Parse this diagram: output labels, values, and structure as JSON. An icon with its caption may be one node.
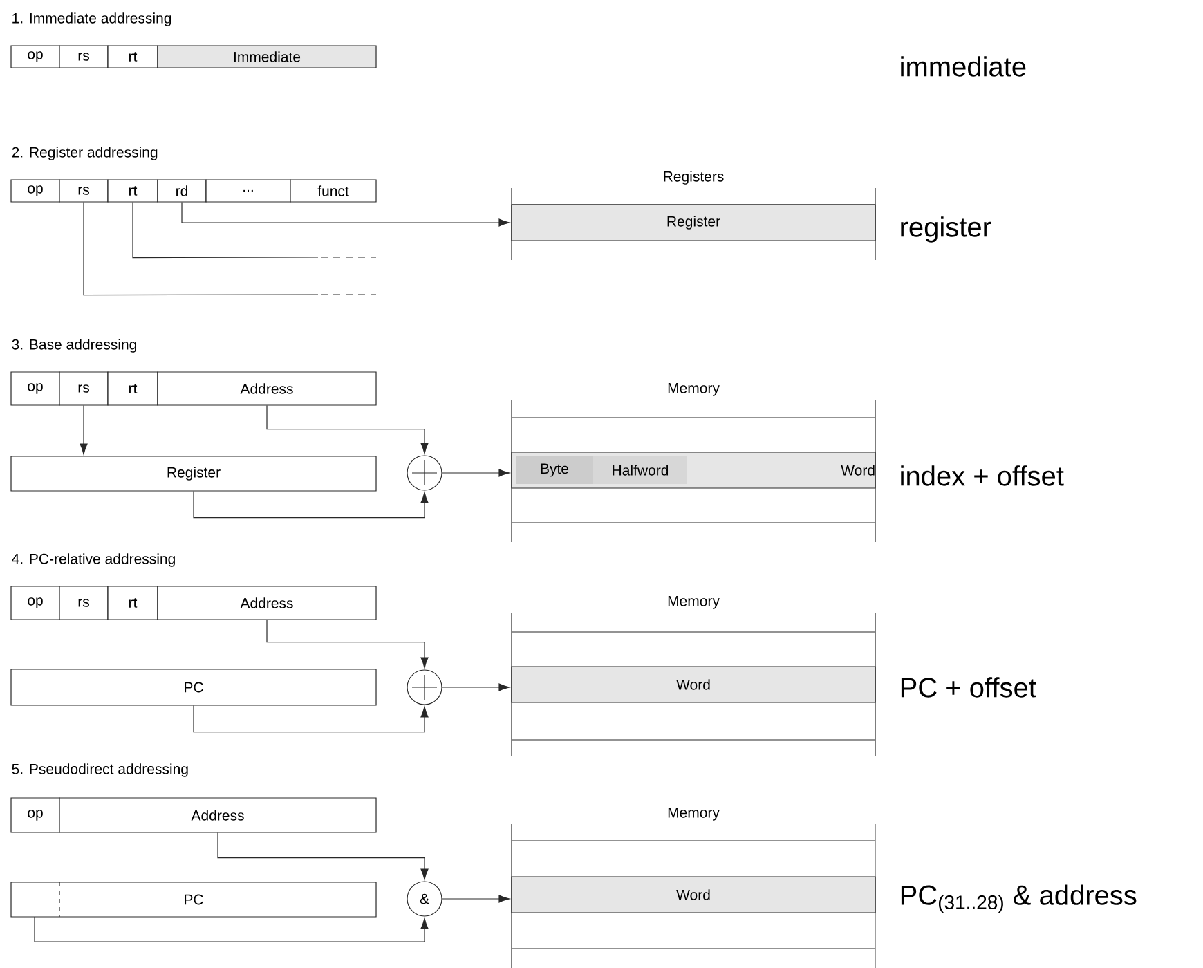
{
  "diagram": {
    "nodes": [
      {
        "text": [
          "op"
        ]
      },
      {
        "text": [
          "rs"
        ]
      },
      {
        "text": [
          "rt"
        ]
      },
      {
        "text": [
          "Immediate"
        ]
      },
      {
        "text": [
          "op"
        ]
      },
      {
        "text": [
          "rs"
        ]
      },
      {
        "text": [
          "rt"
        ]
      },
      {
        "text": [
          "rd"
        ]
      },
      {
        "text": [
          "..."
        ]
      },
      {
        "text": [
          "funct"
        ]
      },
      {
        "text": [
          "Registers"
        ]
      },
      {
        "text": [
          "Register"
        ],
        "in": 10
      },
      {
        "text": [
          "op"
        ]
      },
      {
        "text": [
          "rs"
        ]
      },
      {
        "text": [
          "rt"
        ]
      },
      {
        "text": [
          "Address"
        ]
      },
      {
        "text": [
          "Register"
        ]
      },
      {
        "text": [],
        "shape": "circle"
      },
      {
        "text": [
          "Memory"
        ]
      },
      {
        "text": [
          "Word"
        ],
        "in": 18
      },
      {
        "text": [
          "Byte"
        ],
        "in": 19
      },
      {
        "text": [
          "Halfword"
        ],
        "in": 19
      },
      {
        "text": [
          "op"
        ]
      },
      {
        "text": [
          "rs"
        ]
      },
      {
        "text": [
          "rt"
        ]
      },
      {
        "text": [
          "Address"
        ]
      },
      {
        "text": [
          "PC"
        ]
      },
      {
        "text": [],
        "shape": "circle"
      },
      {
        "text": [
          "Memory"
        ]
      },
      {
        "text": [
          "Word"
        ],
        "in": 28
      },
      {
        "text": [
          "op"
        ]
      },
      {
        "text": [
          "Address"
        ]
      },
      {
        "text": [
          "PC"
        ]
      },
      {
        "text": [
          "&"
        ]
      },
      {
        "text": [
          "Memory"
        ]
      },
      {
        "text": [
          "Word"
        ],
        "in": 34
      }
    ],
    "edges": [
      {
        "from": 7,
        "to": 11,
        "arrow": "to"
      },
      {
        "from": 6,
        "to": null,
        "arrow": "none"
      },
      {
        "from": 5,
        "to": null,
        "arrow": "none"
      },
      {
        "from": 13,
        "to": 16,
        "arrow": "to"
      },
      {
        "from": 15,
        "to": 17,
        "arrow": "to"
      },
      {
        "from": 16,
        "to": 17,
        "arrow": "to"
      },
      {
        "from": 17,
        "to": 19,
        "arrow": "to"
      },
      {
        "from": 25,
        "to": 27,
        "arrow": "to"
      },
      {
        "from": 26,
        "to": 27,
        "arrow": "to"
      },
      {
        "from": 27,
        "to": 29,
        "arrow": "to"
      },
      {
        "from": 31,
        "to": 33,
        "arrow": "to"
      },
      {
        "from": 32,
        "to": 33,
        "arrow": "to"
      },
      {
        "from": 33,
        "to": 35,
        "arrow": "to"
      }
    ],
    "labels": [
      "1. Immediate addressing",
      "immediate",
      "2. Register addressing",
      "register",
      "3. Base addressing",
      "index + offset",
      "4. PC-relative addressing",
      "PC + offset",
      "5. Pseudodirect addressing",
      "PC$_{(31..28)}$ & address"
    ]
  }
}
